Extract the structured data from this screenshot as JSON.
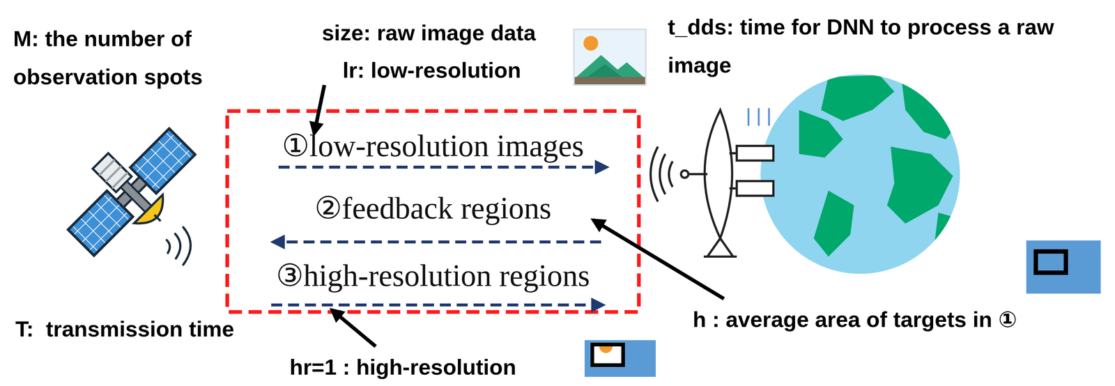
{
  "diagram": {
    "nodes": [
      {
        "text": [
          "①low-resolution images"
        ]
      },
      {
        "text": [
          "②feedback regions"
        ]
      },
      {
        "text": [
          "③high-resolution regions"
        ]
      }
    ],
    "labels": [
      "M: the number of observation spots",
      "size: raw image data",
      "lr: low-resolution",
      "t_dds: time for DNN to process a raw image",
      "h : average area of targets in ①",
      "T:  transmission time",
      "hr=1 : high-resolution"
    ]
  }
}
